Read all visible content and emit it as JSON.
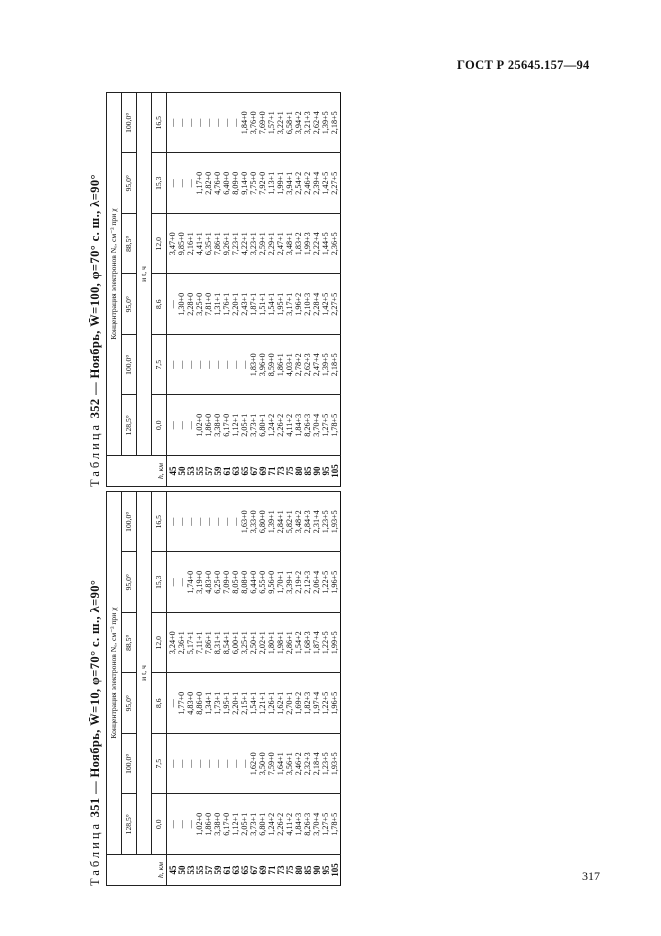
{
  "page": {
    "header_code": "ГОСТ Р 25645.157—94",
    "page_number": "317"
  },
  "tables": [
    {
      "id": "352",
      "title_prefix": "Таблица",
      "title": "352 — Ноябрь, W̄=100, φ=70° с. ш., λ=90°",
      "group_header": "Концентрация электронов Nₑ, см⁻³ при χ",
      "h_label": "h, км",
      "t_label": "и t, ч",
      "chi": [
        "128,5°",
        "100,0°",
        "95,0°",
        "88,5°",
        "95,0°",
        "100,0°"
      ],
      "t": [
        "0,0",
        "7,5",
        "8,6",
        "12,0",
        "15,3",
        "16,5"
      ],
      "rows": [
        {
          "h": "45",
          "v": [
            "—",
            "—",
            "—",
            "3,47+0",
            "—",
            "—"
          ]
        },
        {
          "h": "50",
          "v": [
            "—",
            "—",
            "1,30+0",
            "9,85+0",
            "—",
            "—"
          ]
        },
        {
          "h": "53",
          "v": [
            "—",
            "—",
            "2,28+0",
            "2,16+1",
            "—",
            "—"
          ]
        },
        {
          "h": "55",
          "v": [
            "1,02+0",
            "—",
            "3,25+0",
            "4,41+1",
            "1,17+0",
            "—"
          ]
        },
        {
          "h": "57",
          "v": [
            "1,86+0",
            "—",
            "7,81+0",
            "6,35+1",
            "2,82+0",
            "—"
          ]
        },
        {
          "h": "59",
          "v": [
            "3,38+0",
            "—",
            "1,31+1",
            "7,86+1",
            "4,76+0",
            "—"
          ]
        },
        {
          "h": "61",
          "v": [
            "6,17+0",
            "—",
            "1,76+1",
            "9,26+1",
            "6,40+0",
            "—"
          ]
        },
        {
          "h": "63",
          "v": [
            "1,12+1",
            "—",
            "2,20+1",
            "7,23+1",
            "8,09+0",
            "—"
          ]
        },
        {
          "h": "65",
          "v": [
            "2,05+1",
            "—",
            "2,43+1",
            "4,22+1",
            "9,14+0",
            "1,84+0"
          ]
        },
        {
          "h": "67",
          "v": [
            "3,73+1",
            "1,83+0",
            "1,87+1",
            "3,23+1",
            "7,75+0",
            "3,76+0"
          ]
        },
        {
          "h": "69",
          "v": [
            "6,80+1",
            "3,96+0",
            "1,51+1",
            "2,59+1",
            "7,92+0",
            "7,69+0"
          ]
        },
        {
          "h": "71",
          "v": [
            "1,24+2",
            "8,59+0",
            "1,54+1",
            "2,29+1",
            "1,13+1",
            "1,57+1"
          ]
        },
        {
          "h": "73",
          "v": [
            "2,26+2",
            "1,86+1",
            "1,95+1",
            "2,47+1",
            "1,99+1",
            "3,22+1"
          ]
        },
        {
          "h": "75",
          "v": [
            "4,11+2",
            "4,03+1",
            "3,17+1",
            "3,48+1",
            "3,94+1",
            "6,58+1"
          ]
        },
        {
          "h": "80",
          "v": [
            "1,84+3",
            "2,78+2",
            "1,96+2",
            "1,83+2",
            "2,54+2",
            "3,94+2"
          ]
        },
        {
          "h": "85",
          "v": [
            "8,26+3",
            "2,62+3",
            "2,10+3",
            "1,99+3",
            "2,46+2",
            "3,21+3"
          ]
        },
        {
          "h": "90",
          "v": [
            "3,70+4",
            "2,47+4",
            "2,28+4",
            "2,22+4",
            "2,39+4",
            "2,62+4"
          ]
        },
        {
          "h": "95",
          "v": [
            "1,27+5",
            "1,39+5",
            "1,42+5",
            "1,44+5",
            "1,42+5",
            "1,39+5"
          ]
        },
        {
          "h": "105",
          "v": [
            "1,78+5",
            "2,18+5",
            "2,27+5",
            "2,36+5",
            "2,27+5",
            "2,18+5"
          ]
        }
      ]
    },
    {
      "id": "351",
      "title_prefix": "Таблица",
      "title": "351 — Ноябрь, W̄=10, φ=70° с. ш., λ=90°",
      "group_header": "Концентрация электронов Nₑ, см⁻³ при χ",
      "h_label": "h, км",
      "t_label": "и t, ч",
      "chi": [
        "128,5°",
        "100,0°",
        "95,0°",
        "88,5°",
        "95,0°",
        "100,0°"
      ],
      "t": [
        "0,0",
        "7,5",
        "8,6",
        "12,0",
        "15,3",
        "16,5"
      ],
      "rows": [
        {
          "h": "45",
          "v": [
            "—",
            "—",
            "—",
            "3,24+0",
            "—",
            "—"
          ]
        },
        {
          "h": "50",
          "v": [
            "—",
            "—",
            "1,77+0",
            "2,36+1",
            "—",
            "—"
          ]
        },
        {
          "h": "53",
          "v": [
            "—",
            "—",
            "4,83+0",
            "5,17+1",
            "1,74+0",
            "—"
          ]
        },
        {
          "h": "55",
          "v": [
            "1,02+0",
            "—",
            "8,86+0",
            "7,11+1",
            "3,19+0",
            "—"
          ]
        },
        {
          "h": "57",
          "v": [
            "1,86+0",
            "—",
            "1,34+1",
            "7,86+1",
            "4,83+0",
            "—"
          ]
        },
        {
          "h": "59",
          "v": [
            "3,38+0",
            "—",
            "1,73+1",
            "8,31+1",
            "6,25+0",
            "—"
          ]
        },
        {
          "h": "61",
          "v": [
            "6,17+0",
            "—",
            "1,95+1",
            "8,54+1",
            "7,09+0",
            "—"
          ]
        },
        {
          "h": "63",
          "v": [
            "1,12+1",
            "—",
            "2,20+1",
            "6,00+1",
            "8,05+0",
            "—"
          ]
        },
        {
          "h": "65",
          "v": [
            "2,05+1",
            "—",
            "2,15+1",
            "3,25+1",
            "8,08+0",
            "1,63+0"
          ]
        },
        {
          "h": "67",
          "v": [
            "3,73+1",
            "1,62+0",
            "1,54+1",
            "2,50+1",
            "6,44+0",
            "3,33+0"
          ]
        },
        {
          "h": "69",
          "v": [
            "6,80+1",
            "3,50+0",
            "1,21+1",
            "2,02+1",
            "6,55+0",
            "6,80+0"
          ]
        },
        {
          "h": "71",
          "v": [
            "1,24+2",
            "7,59+0",
            "1,26+1",
            "1,80+1",
            "9,56+0",
            "1,39+1"
          ]
        },
        {
          "h": "73",
          "v": [
            "2,26+2",
            "1,64+1",
            "1,62+1",
            "1,98+1",
            "1,70+1",
            "2,84+1"
          ]
        },
        {
          "h": "75",
          "v": [
            "4,11+2",
            "3,56+1",
            "2,70+1",
            "2,86+1",
            "3,39+1",
            "5,82+1"
          ]
        },
        {
          "h": "80",
          "v": [
            "1,84+3",
            "2,46+2",
            "1,69+2",
            "1,54+2",
            "2,19+2",
            "3,48+2"
          ]
        },
        {
          "h": "85",
          "v": [
            "8,26+3",
            "2,32+3",
            "1,82+3",
            "1,68+3",
            "2,12+3",
            "2,84+3"
          ]
        },
        {
          "h": "90",
          "v": [
            "3,70+4",
            "2,18+4",
            "1,97+4",
            "1,87+4",
            "2,06+4",
            "2,31+4"
          ]
        },
        {
          "h": "95",
          "v": [
            "1,27+5",
            "1,23+5",
            "1,22+5",
            "1,22+5",
            "1,22+5",
            "1,23+5"
          ]
        },
        {
          "h": "105",
          "v": [
            "1,78+5",
            "1,93+5",
            "1,96+5",
            "1,99+5",
            "1,96+5",
            "1,93+5"
          ]
        }
      ]
    }
  ]
}
